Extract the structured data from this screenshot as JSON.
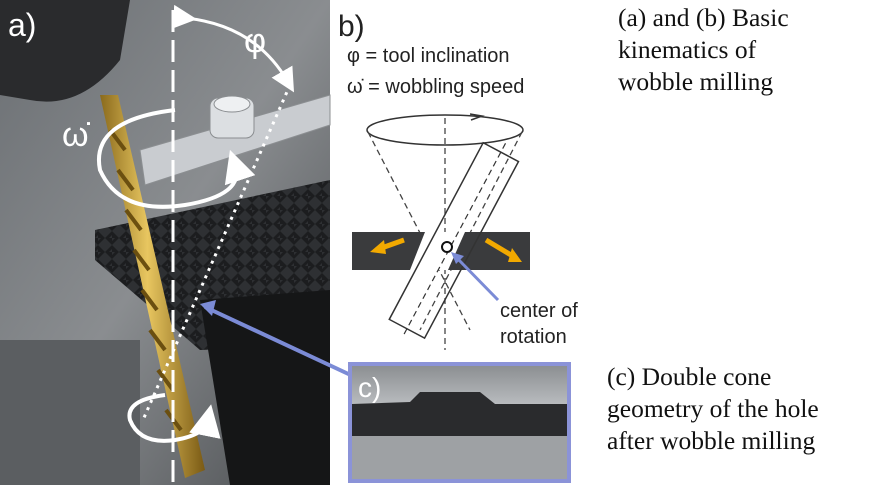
{
  "panel_a": {
    "label": "a)",
    "phi": "φ",
    "omega": "ω̇"
  },
  "panel_b": {
    "label": "b)",
    "legend_phi": "φ = tool inclination",
    "legend_omega": "ω̇ = wobbling speed",
    "center_label": "center of\nrotation"
  },
  "panel_c": {
    "label": "c)"
  },
  "captions": {
    "ab": "(a) and (b) Basic\nkinematics of\nwobble milling",
    "c": "(c) Double cone\ngeometry of the hole\nafter wobble milling"
  },
  "colors": {
    "arrow_orange": "#f2a900",
    "pointer_blue": "#7b8bd6",
    "tool_gold": "#c9a23a"
  }
}
